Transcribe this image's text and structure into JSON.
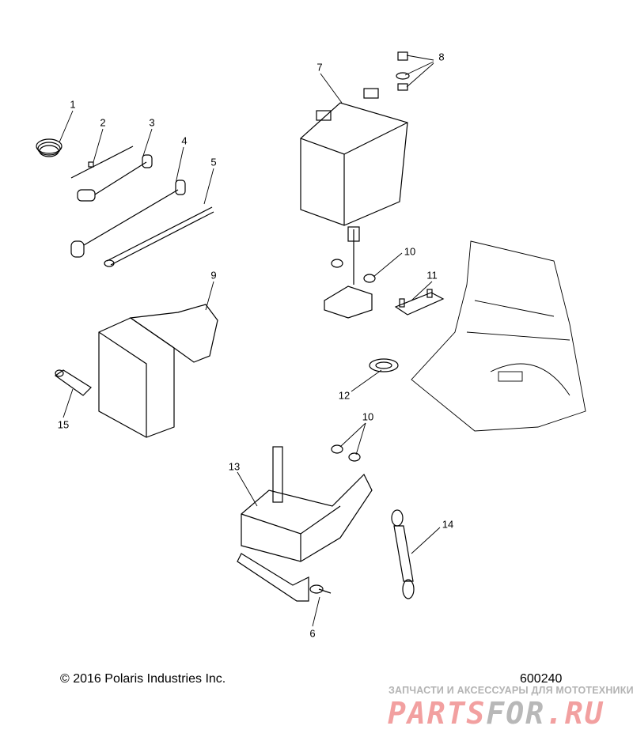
{
  "diagram": {
    "callouts": [
      {
        "id": "1",
        "label": "1"
      },
      {
        "id": "2",
        "label": "2"
      },
      {
        "id": "3",
        "label": "3"
      },
      {
        "id": "4",
        "label": "4"
      },
      {
        "id": "5",
        "label": "5"
      },
      {
        "id": "7",
        "label": "7"
      },
      {
        "id": "8",
        "label": "8"
      },
      {
        "id": "9",
        "label": "9"
      },
      {
        "id": "10a",
        "label": "10"
      },
      {
        "id": "11",
        "label": "11"
      },
      {
        "id": "12",
        "label": "12"
      },
      {
        "id": "15",
        "label": "15"
      },
      {
        "id": "10b",
        "label": "10"
      },
      {
        "id": "13",
        "label": "13"
      },
      {
        "id": "14",
        "label": "14"
      },
      {
        "id": "6",
        "label": "6"
      }
    ]
  },
  "footer": {
    "copyright": "© 2016 Polaris Industries Inc.",
    "diagram_number": "600240"
  },
  "watermark": {
    "tagline": "ЗАПЧАСТИ И АКСЕССУАРЫ ДЛЯ МОТОТЕХНИКИ",
    "logo_part1": "PARTS",
    "logo_part2": "FOR",
    "logo_part3": ".RU"
  }
}
